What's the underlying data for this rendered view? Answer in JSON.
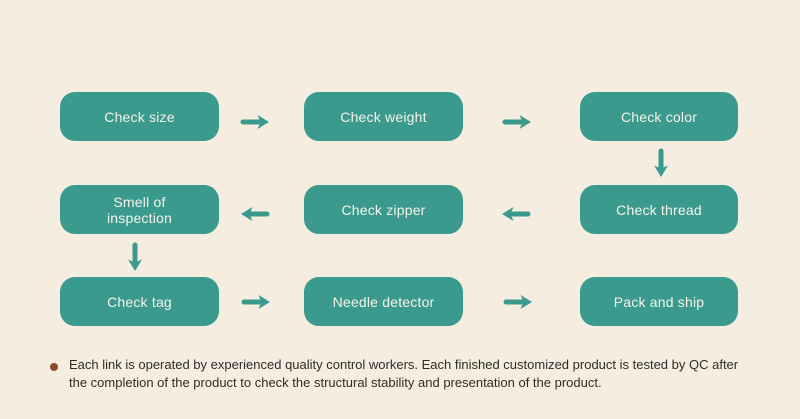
{
  "flow": {
    "nodes": [
      {
        "label": "Check size"
      },
      {
        "label": "Check weight"
      },
      {
        "label": "Check color"
      },
      {
        "label": "Smell of\ninspection"
      },
      {
        "label": "Check zipper"
      },
      {
        "label": "Check thread"
      },
      {
        "label": "Check tag"
      },
      {
        "label": "Needle detector"
      },
      {
        "label": "Pack and ship"
      }
    ],
    "edges": [
      {
        "from": "Check size",
        "to": "Check weight",
        "direction": "right"
      },
      {
        "from": "Check weight",
        "to": "Check color",
        "direction": "right"
      },
      {
        "from": "Check color",
        "to": "Check thread",
        "direction": "down"
      },
      {
        "from": "Check thread",
        "to": "Check zipper",
        "direction": "left"
      },
      {
        "from": "Check zipper",
        "to": "Smell of inspection",
        "direction": "left"
      },
      {
        "from": "Smell of inspection",
        "to": "Check tag",
        "direction": "down"
      },
      {
        "from": "Check tag",
        "to": "Needle detector",
        "direction": "right"
      },
      {
        "from": "Needle detector",
        "to": "Pack and ship",
        "direction": "right"
      }
    ]
  },
  "note": {
    "text": "Each link is operated by experienced quality control workers. Each finished customized product is tested by QC after the completion of the product to check the structural stability and presentation of the product."
  },
  "palette": {
    "background": "#f5eee0",
    "node_fill": "#3a9a8e",
    "node_text": "#f7f3e8",
    "arrow": "#3a9a8e",
    "bullet": "#8b4b2d",
    "note_text": "#2f2d2a"
  }
}
